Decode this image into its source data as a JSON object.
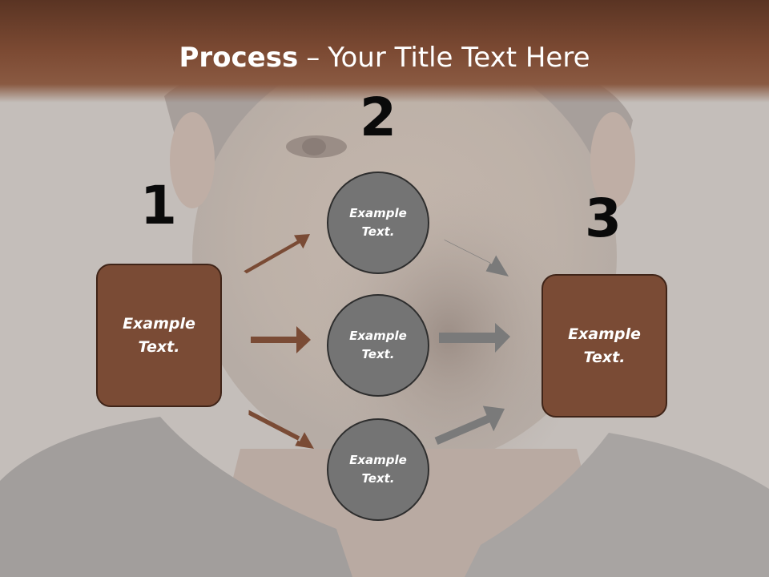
{
  "title": {
    "bold": "Process",
    "dash": "–",
    "rest": "Your Title Text Here"
  },
  "steps": [
    {
      "number": "1",
      "label": "Example Text."
    },
    {
      "number": "2",
      "labels": [
        "Example Text.",
        "Example Text.",
        "Example Text."
      ]
    },
    {
      "number": "3",
      "label": "Example Text."
    }
  ],
  "colors": {
    "title_bar": "#7c4a33",
    "box_fill": "#7a4b35",
    "circle_fill": "#747474",
    "arrow_brown": "#7a4b35",
    "arrow_gray": "#7a7a7a"
  }
}
